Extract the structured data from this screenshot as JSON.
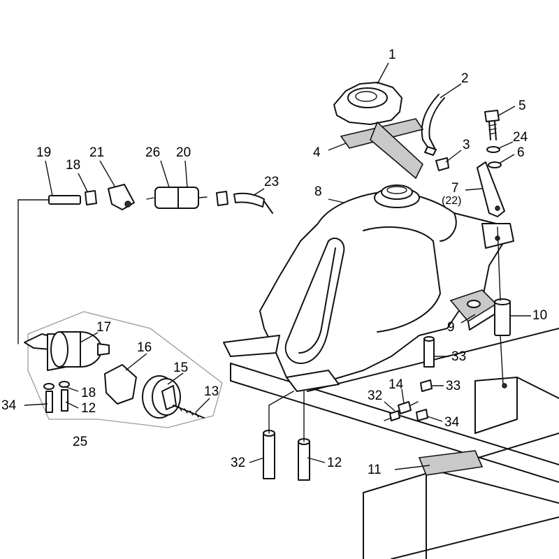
{
  "callouts": [
    {
      "id": "c1",
      "text": "1"
    },
    {
      "id": "c2",
      "text": "2"
    },
    {
      "id": "c3",
      "text": "3"
    },
    {
      "id": "c4",
      "text": "4"
    },
    {
      "id": "c5",
      "text": "5"
    },
    {
      "id": "c6",
      "text": "6"
    },
    {
      "id": "c7",
      "text": "7"
    },
    {
      "id": "c22",
      "text": "(22)"
    },
    {
      "id": "c8",
      "text": "8"
    },
    {
      "id": "c9",
      "text": "9"
    },
    {
      "id": "c10",
      "text": "10"
    },
    {
      "id": "c11",
      "text": "11"
    },
    {
      "id": "c12a",
      "text": "12"
    },
    {
      "id": "c12b",
      "text": "12"
    },
    {
      "id": "c13",
      "text": "13"
    },
    {
      "id": "c14",
      "text": "14"
    },
    {
      "id": "c15",
      "text": "15"
    },
    {
      "id": "c16",
      "text": "16"
    },
    {
      "id": "c17",
      "text": "17"
    },
    {
      "id": "c18a",
      "text": "18"
    },
    {
      "id": "c18b",
      "text": "18"
    },
    {
      "id": "c19",
      "text": "19"
    },
    {
      "id": "c20",
      "text": "20"
    },
    {
      "id": "c21",
      "text": "21"
    },
    {
      "id": "c23",
      "text": "23"
    },
    {
      "id": "c24",
      "text": "24"
    },
    {
      "id": "c25",
      "text": "25"
    },
    {
      "id": "c26",
      "text": "26"
    },
    {
      "id": "c32a",
      "text": "32"
    },
    {
      "id": "c32b",
      "text": "32"
    },
    {
      "id": "c33a",
      "text": "33"
    },
    {
      "id": "c33b",
      "text": "33"
    },
    {
      "id": "c34a",
      "text": "34"
    },
    {
      "id": "c34b",
      "text": "34"
    }
  ]
}
